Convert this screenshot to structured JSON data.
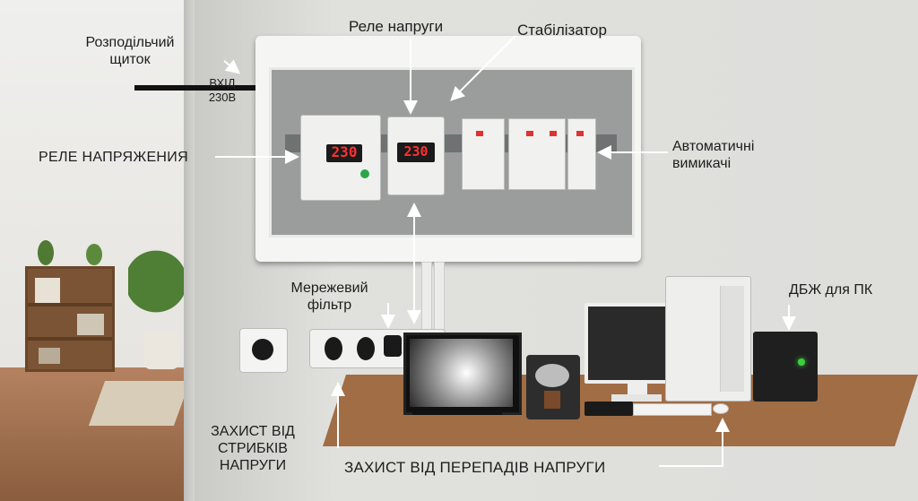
{
  "labels": {
    "panel": "Розподільчий\nщиток",
    "input": "ВХІД\n230В",
    "relay_top": "Реле напруги",
    "stabilizer": "Стабілізатор",
    "relay_left": "РЕЛЕ НАПРЯЖЕНИЯ",
    "breakers": "Автоматичні\nвимикачі",
    "filter": "Мережевий\nфільтр",
    "ups": "ДБЖ для ПК",
    "surge": "ЗАХИСТ ВІД\nСТРИБКІВ\nНАПРУГИ",
    "fluct": "ЗАХИСТ ВІД ПЕРЕПАДІВ НАПРУГИ"
  },
  "displays": {
    "relay_reading": "230",
    "stabilizer_reading": "230"
  },
  "colors": {
    "arrow": "#ffffff",
    "display_red": "#ff3131",
    "wall": "#d9d9d6",
    "shelf": "#9c6a43"
  }
}
